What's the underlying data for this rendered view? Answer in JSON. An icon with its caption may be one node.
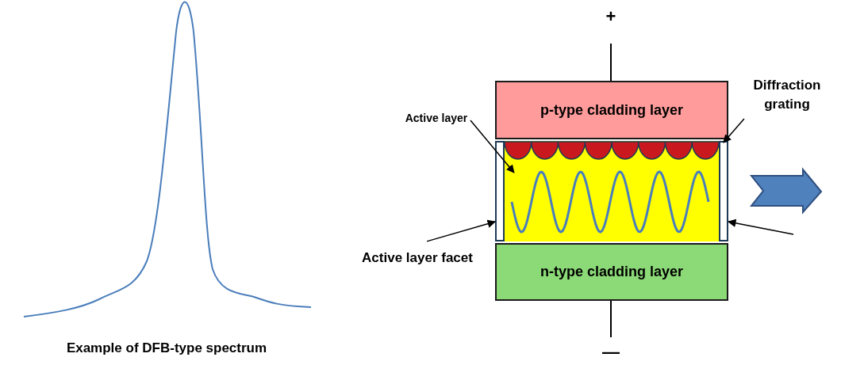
{
  "diagram": {
    "nodes": [
      {
        "text": [
          "Active layer"
        ]
      },
      {
        "text": [
          "Diffraction grating"
        ]
      },
      {
        "text": [
          "p-type cladding layer"
        ]
      },
      {
        "text": [],
        "shape": "box"
      },
      {
        "text": [],
        "shape": "semicircles",
        "in": 3
      },
      {
        "text": [],
        "shape": "bar"
      },
      {
        "text": [],
        "shape": "bar"
      },
      {
        "text": [
          "Active layer facet"
        ]
      },
      {
        "text": [
          "n-type cladding layer"
        ]
      }
    ],
    "edges": [
      {
        "from": 0,
        "to": 3,
        "arrow": "to"
      },
      {
        "from": 1,
        "to": 4,
        "arrow": "to"
      },
      {
        "from": 7,
        "to": 5,
        "arrow": "to"
      },
      {
        "from": null,
        "to": 6,
        "arrow": "to"
      }
    ],
    "labels": [
      "+",
      "—",
      "Example of DFB-type spectrum"
    ]
  }
}
